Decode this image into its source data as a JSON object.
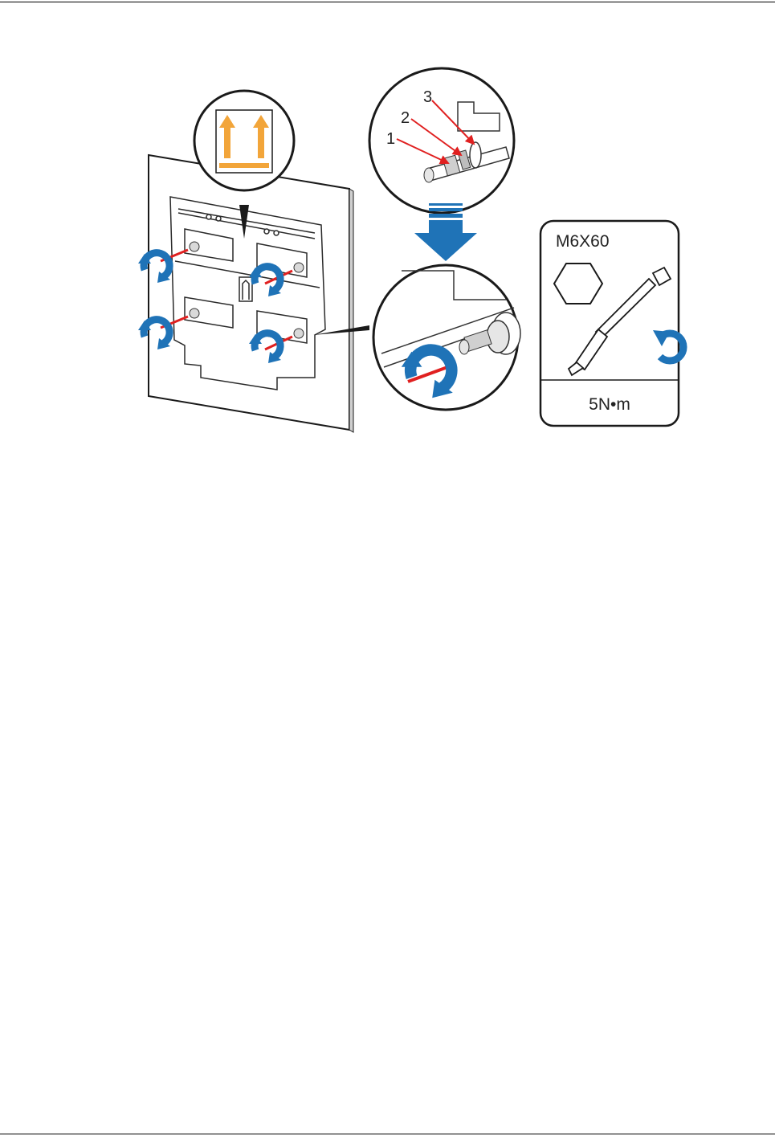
{
  "figure": {
    "callouts": [
      "1",
      "2",
      "3"
    ],
    "screw_spec": "M6X60",
    "torque": "5N•m",
    "icons": {
      "orientation_label": "this-side-up-arrows-icon",
      "screw_head": "hexagon-icon",
      "tool": "torque-wrench-icon",
      "rotation": "clockwise-arrow-icon",
      "installation": "rotation-arrow-icon",
      "direction": "down-arrow-icon"
    },
    "colors": {
      "rotation_arrow": "#1f73b7",
      "orientation_arrow": "#f2a53a",
      "marker": "#e02020"
    }
  }
}
